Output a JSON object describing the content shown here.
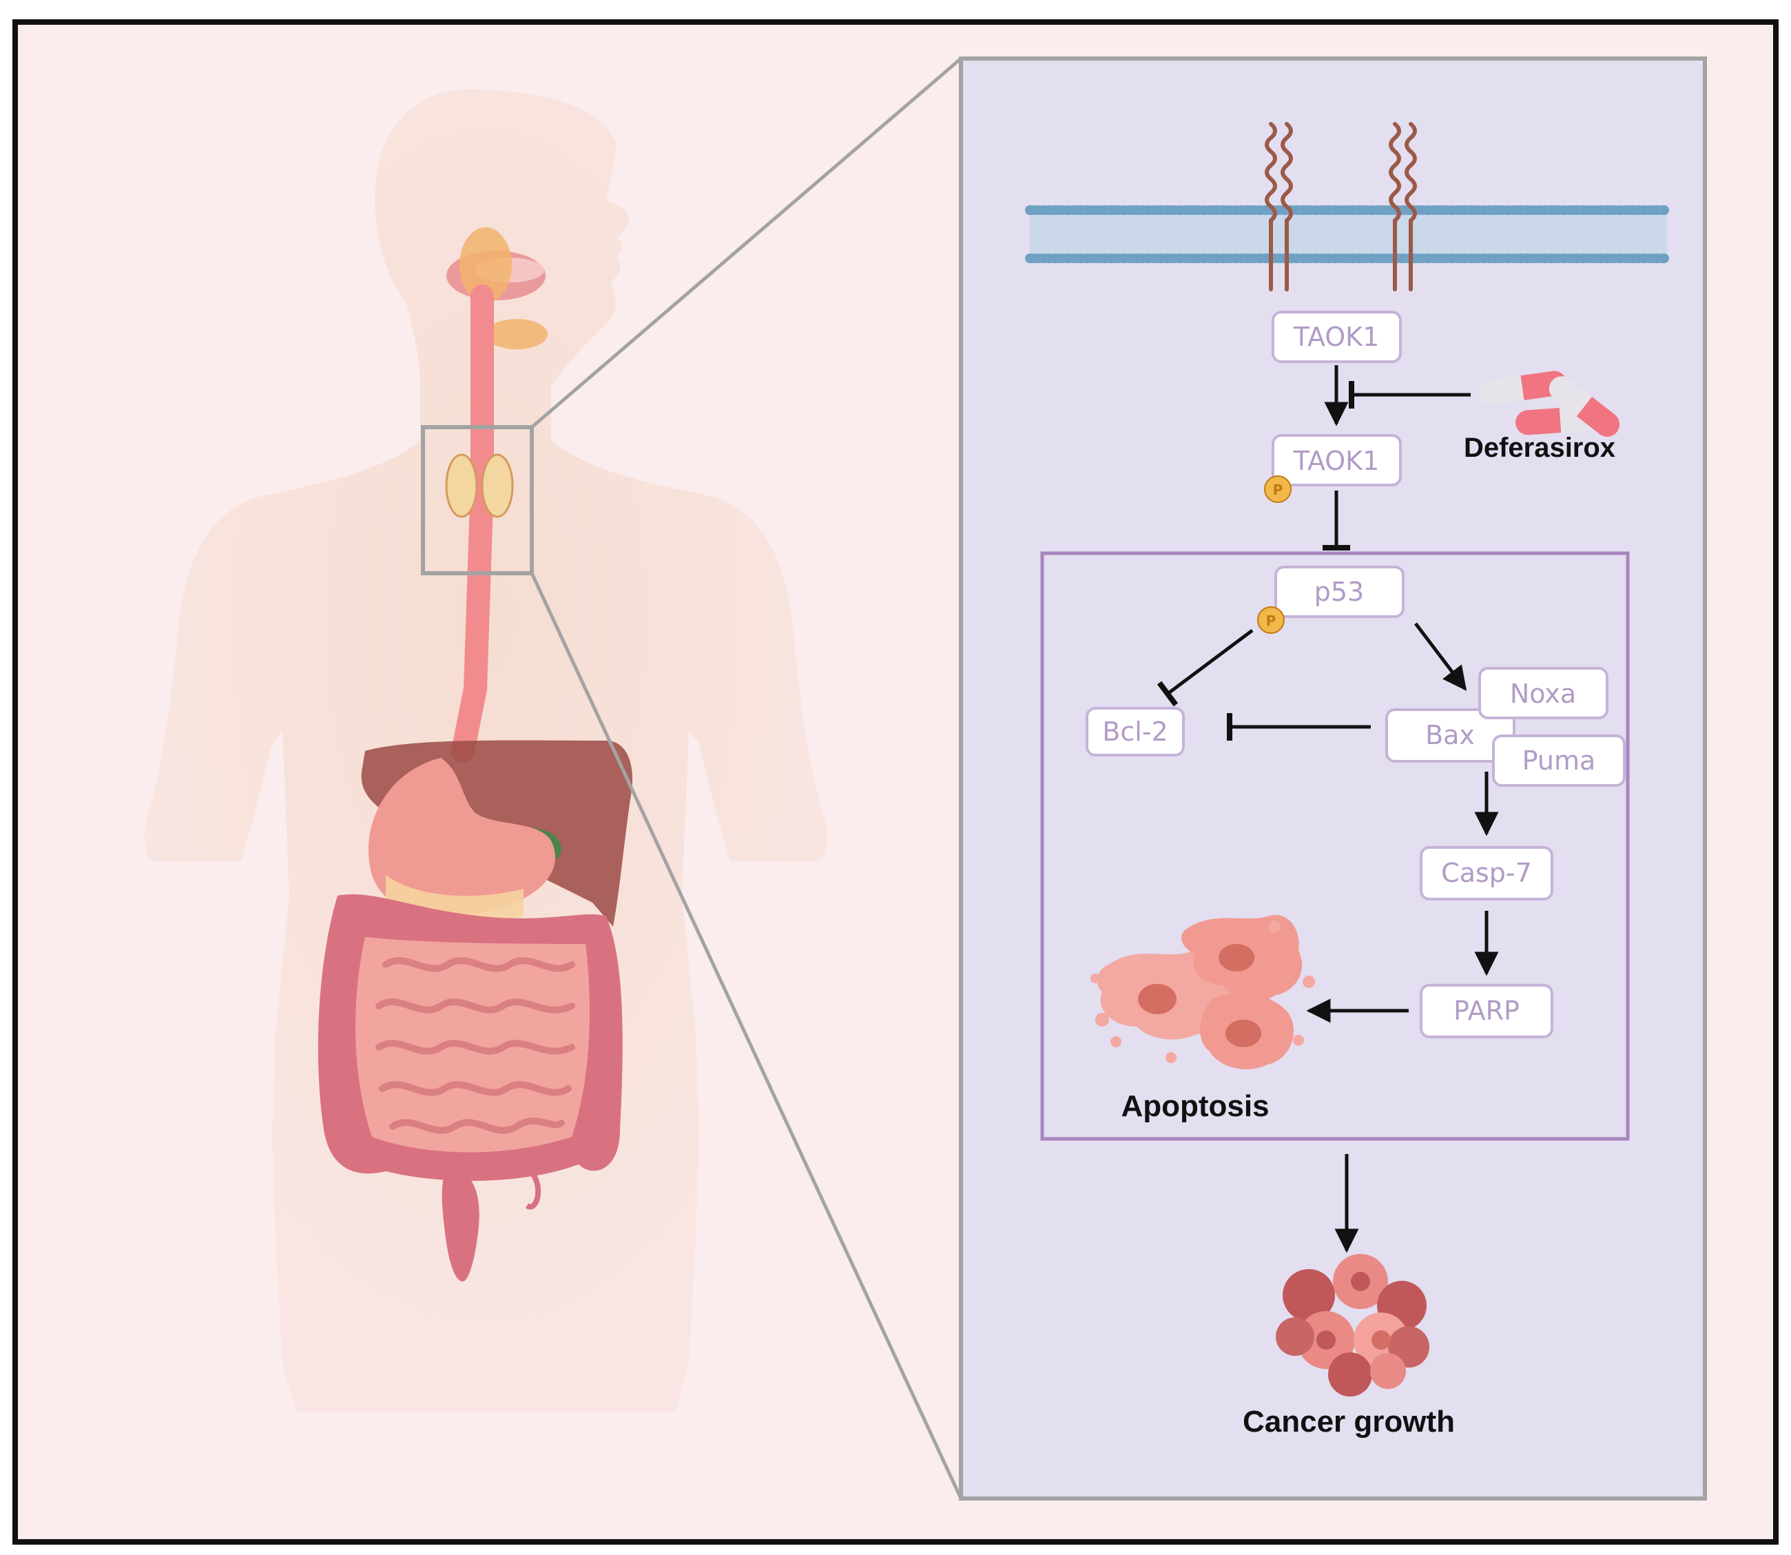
{
  "nodes": {
    "taok1": "TAOK1",
    "taok1_p": "TAOK1",
    "p53": "p53",
    "bcl2": "Bcl-2",
    "bax": "Bax",
    "noxa": "Noxa",
    "puma": "Puma",
    "casp7": "Casp-7",
    "parp": "PARP"
  },
  "labels": {
    "drug": "Deferasirox",
    "apoptosis": "Apoptosis",
    "cancer": "Cancer growth",
    "phospho": "P"
  },
  "colors": {
    "background": "#fbeced",
    "panel": "#e3def0",
    "node_border": "#c6b3d8",
    "node_text": "#b29bc6",
    "inner_frame": "#a885be",
    "zoom_lines": "#a3a3a3",
    "phospho": "#f2b84a",
    "esophagus": "#f28b8d"
  },
  "icons": {
    "membrane": "cell-membrane-icon",
    "receptor": "receptor-icon",
    "pills": "pill-capsules-icon",
    "apoptotic_cells": "apoptotic-cells-icon",
    "tumor": "tumor-cluster-icon",
    "body": "human-body-icon"
  }
}
